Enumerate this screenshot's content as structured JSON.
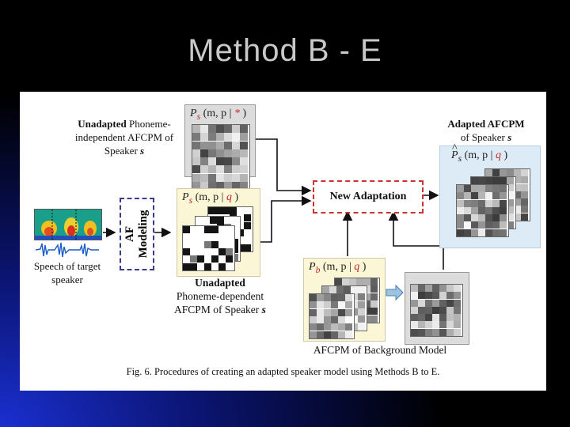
{
  "slide": {
    "title": "Method B - E"
  },
  "figure": {
    "unadapted_indep": {
      "bold": "Unadapted",
      "rest1": " Phoneme-",
      "line2": "independent AFCPM of",
      "line3a": "Speaker ",
      "line3b": "s"
    },
    "formula_indep": {
      "p": "P",
      "sub": "s",
      "args": "(m, p | ",
      "red": "*",
      "close": " )"
    },
    "formula_dep": {
      "p": "P",
      "sub": "s",
      "args": "(m, p | ",
      "red": "q",
      "close": " )"
    },
    "formula_bg": {
      "p": "P",
      "sub": "b",
      "args": "(m, p | ",
      "red": "q",
      "close": " )"
    },
    "formula_adapted": {
      "p": "P",
      "sub": "s",
      "args": "(m, p | ",
      "red": "q",
      "close": " )"
    },
    "adapted": {
      "line1": "Adapted AFCPM",
      "line2a": "of Speaker ",
      "line2b": "s"
    },
    "new_adaptation": "New Adaptation",
    "af_modeling": {
      "line1": "AF",
      "line2": "Modeling"
    },
    "speech": {
      "line1": "Speech of target",
      "line2": "speaker"
    },
    "unadapted_dep": {
      "line1": "Unadapted",
      "line2": "Phoneme-dependent",
      "line3a": "AFCPM of Speaker ",
      "line3b": "s"
    },
    "background": "AFCPM of Background Model",
    "caption": "Fig. 6.  Procedures of creating an adapted speaker model using Methods B to E."
  },
  "colors": {
    "accent_red": "#c0262c",
    "panel_yellow": "#fbf6d5",
    "panel_grey": "#dcdcdc",
    "panel_blue": "#dcebf5"
  }
}
